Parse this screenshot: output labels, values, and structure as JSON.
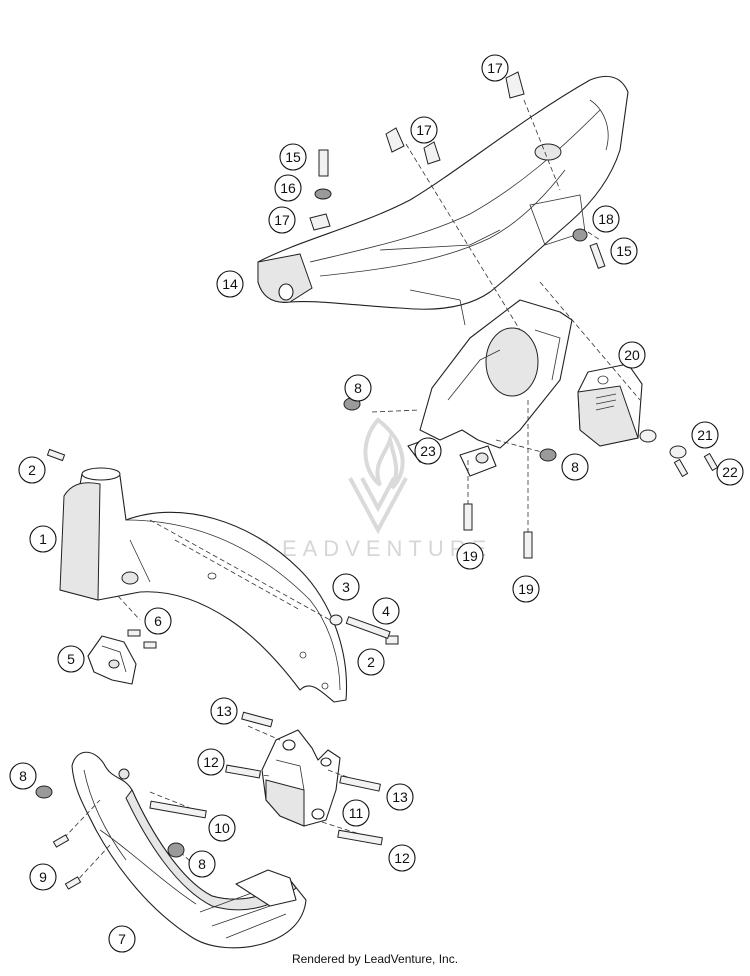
{
  "callouts": [
    "1",
    "2",
    "2",
    "3",
    "4",
    "5",
    "6",
    "7",
    "8",
    "8",
    "8",
    "8",
    "9",
    "10",
    "11",
    "12",
    "12",
    "13",
    "13",
    "14",
    "15",
    "15",
    "16",
    "17",
    "17",
    "17",
    "18",
    "19",
    "19",
    "20",
    "21",
    "22",
    "23"
  ],
  "watermark": {
    "text": "LEADVENTURE"
  },
  "footer": {
    "text": "Rendered by LeadVenture, Inc."
  }
}
